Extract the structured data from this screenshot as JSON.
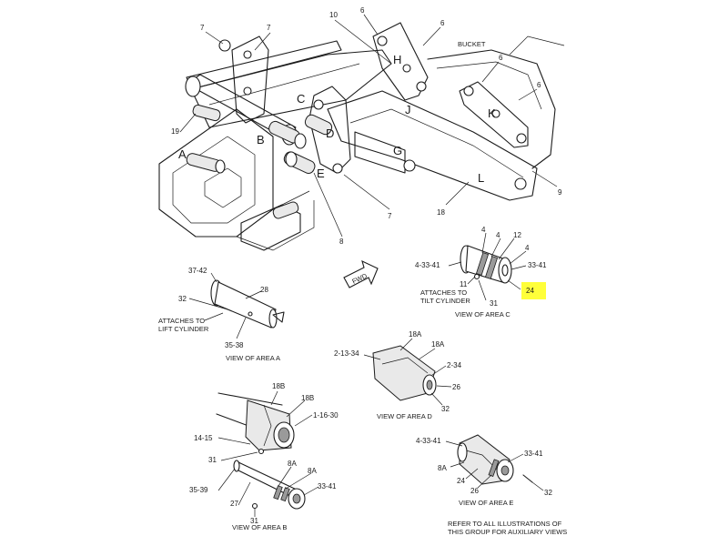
{
  "letters": [
    "A",
    "B",
    "C",
    "D",
    "E",
    "G",
    "H",
    "J",
    "K",
    "L"
  ],
  "main": {
    "bucket": "BUCKET",
    "n7a": "7",
    "n7b": "7",
    "n6a": "6",
    "n6b": "6",
    "n6c": "6",
    "n6d": "6",
    "n10": "10",
    "n19": "19",
    "n9": "9",
    "n18": "18",
    "n8": "8",
    "n7c": "7"
  },
  "fwd": "FWD",
  "area_a": {
    "p1": "37-42",
    "p2": "28",
    "p3": "32",
    "p4": "35-38",
    "note_l1": "ATTACHES TO",
    "note_l2": "LIFT CYLINDER",
    "caption": "VIEW OF AREA  A"
  },
  "area_c": {
    "p1": "4",
    "p2": "12",
    "p3": "4",
    "p4": "4",
    "p5": "4-33-41",
    "p6": "33-41",
    "p7": "11",
    "p8": "31",
    "p9": "24",
    "note_l1": "ATTACHES TO",
    "note_l2": "TILT CYLINDER",
    "caption": "VIEW OF AREA  C"
  },
  "area_d": {
    "p1": "18A",
    "p2": "18A",
    "p3": "2-13-34",
    "p4": "2-34",
    "p5": "26",
    "p6": "32",
    "caption": "VIEW OF AREA  D"
  },
  "area_b": {
    "p1": "18B",
    "p2": "18B",
    "p3": "1-16-30",
    "p4": "14-15",
    "p5": "31",
    "p6": "8A",
    "p7": "8A",
    "p8": "35-39",
    "p9": "33-41",
    "p10": "27",
    "p11": "31",
    "caption": "VIEW OF AREA  B"
  },
  "area_e": {
    "p1": "4-33-41",
    "p2": "33-41",
    "p3": "8A",
    "p4": "24",
    "p5": "26",
    "p6": "32",
    "caption": "VIEW OF AREA  E"
  },
  "footnote": {
    "l1": "REFER TO ALL ILLUSTRATIONS OF",
    "l2": "THIS GROUP FOR AUXILIARY VIEWS"
  },
  "highlight_color": "#ffff3a"
}
